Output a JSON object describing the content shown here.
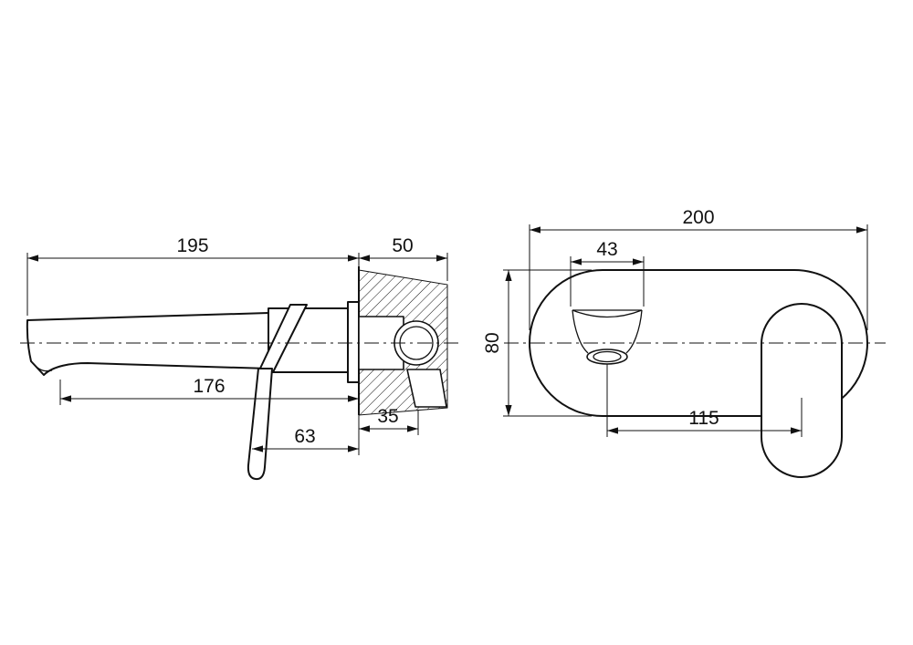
{
  "document": {
    "type": "technical-drawing",
    "subject": "wall-mounted-basin-mixer",
    "background_color": "#ffffff",
    "line_color": "#111111"
  },
  "side_view": {
    "dims": {
      "spout_reach": "195",
      "wall_depth": "50",
      "outlet_to_wall": "176",
      "inlet_offset": "35",
      "handle_to_wall": "63"
    }
  },
  "front_view": {
    "dims": {
      "plate_width": "200",
      "spout_width": "43",
      "plate_height": "80",
      "spout_to_handle": "115"
    }
  }
}
